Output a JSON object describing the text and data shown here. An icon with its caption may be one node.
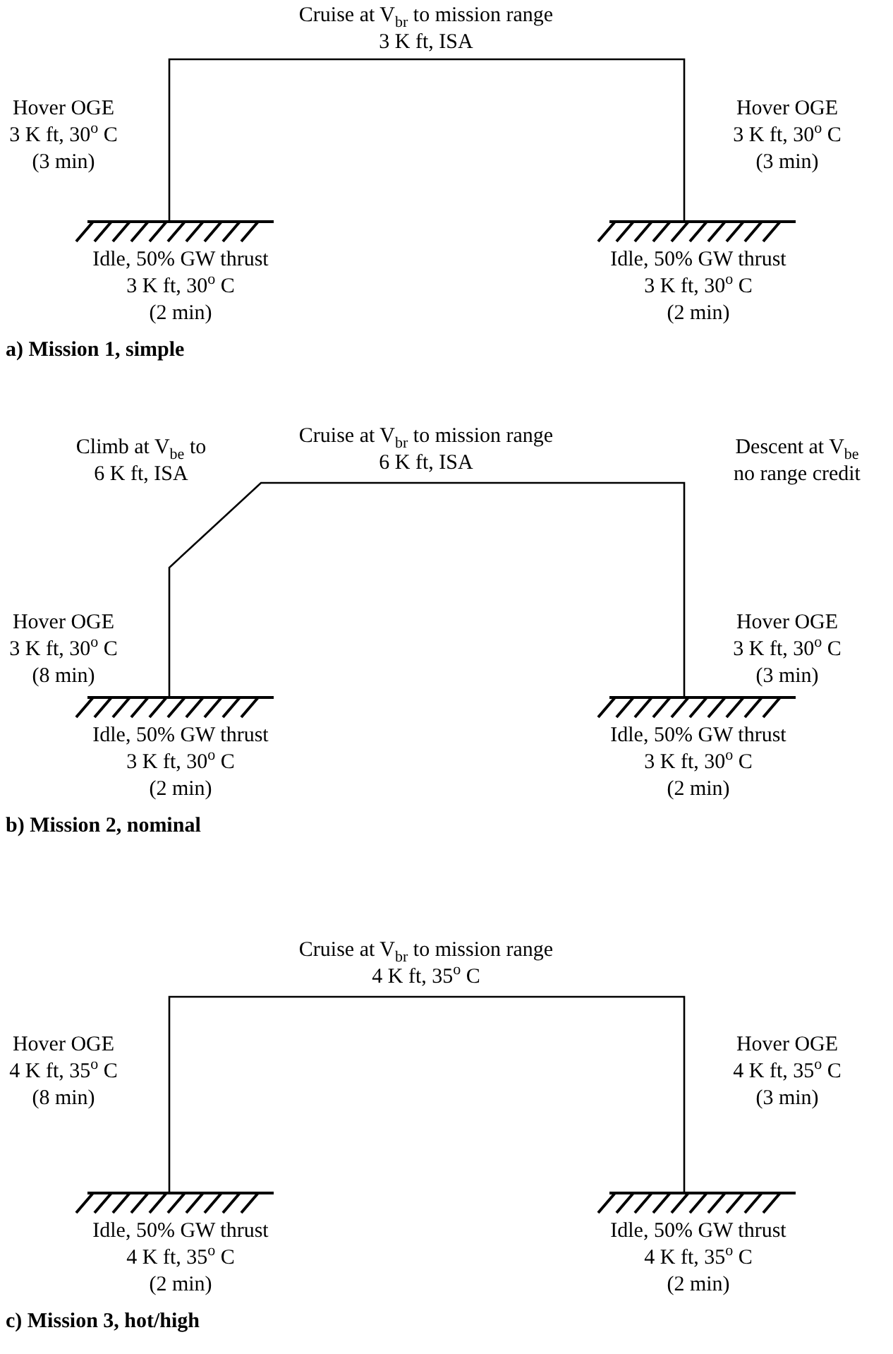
{
  "diagram": {
    "labels": [
      "Cruise at V$_{br}$ to mission range",
      "3 K ft, ISA",
      "Hover OGE",
      "3 K ft, 30$^{o}$ C",
      "(3 min)",
      "Hover OGE",
      "3 K ft, 30$^{o}$ C",
      "(3 min)",
      "Idle, 50% GW thrust",
      "3 K ft, 30$^{o}$ C",
      "(2 min)",
      "Idle, 50% GW thrust",
      "3 K ft, 30$^{o}$ C",
      "(2 min)",
      "a) Mission 1, simple",
      "Cruise at V$_{br}$ to mission range",
      "6 K ft, ISA",
      "Climb at V$_{be}$ to",
      "6 K ft, ISA",
      "Descent at V$_{be}$",
      "no range credit",
      "Hover OGE",
      "3 K ft, 30$^{o}$ C",
      "(8 min)",
      "Hover OGE",
      "3 K ft, 30$^{o}$ C",
      "(3 min)",
      "Idle, 50% GW thrust",
      "3 K ft, 30$^{o}$ C",
      "(2 min)",
      "Idle, 50% GW thrust",
      "3 K ft, 30$^{o}$ C",
      "(2 min)",
      "b) Mission 2, nominal",
      "Cruise at V$_{br}$ to mission range",
      "4 K ft, 35$^{o}$ C",
      "Hover OGE",
      "4 K ft, 35$^{o}$ C",
      "(8 min)",
      "Hover OGE",
      "4 K ft, 35$^{o}$ C",
      "(3 min)",
      "Idle, 50% GW thrust",
      "4 K ft, 35$^{o}$ C",
      "(2 min)",
      "Idle, 50% GW thrust",
      "4 K ft, 35$^{o}$ C",
      "(2 min)",
      "c) Mission 3, hot/high"
    ]
  }
}
